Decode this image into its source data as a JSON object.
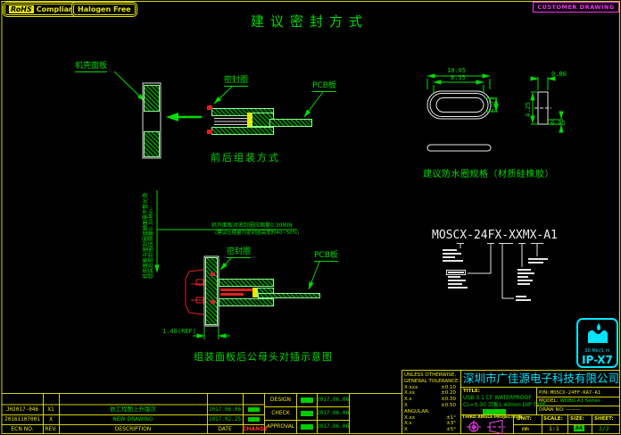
{
  "header": {
    "rohs_label": "RoHS",
    "rohs_text": "Compliant",
    "halogen_text": "Halogen Free",
    "customer_drawing": "CUSTOMER DRAWING",
    "sheet_title": "建议密封方式"
  },
  "front_assembly": {
    "panel_label": "机壳面板",
    "seal_label": "密封圈",
    "pcb_label": "PCB板",
    "caption": "前后组装方式"
  },
  "ring_spec": {
    "caption": "建议防水圈规格（材质硅橡胶）",
    "dim_outer_width": "10.05",
    "dim_inner_width": "8.35",
    "dim_slot_height": "2.75",
    "dim_top_thickness": "0.80",
    "dim_side_height": "4.25",
    "dim_bottom_thickness": "0.95"
  },
  "part_number": {
    "code": "MOSCX-24FX-XXMX-A1"
  },
  "cross_section": {
    "vertical_note_line1": "机壳面板与密封圈接触面需平整光滑",
    "vertical_note_line2": "组装后密封圈压缩量0.30Min",
    "note_line1": "机壳面板对密封圈压缩量0.30MIN",
    "note_line2": "(建议压缩量为密封圈高度的40~50%)",
    "seal_label": "密封圈",
    "pcb_label": "PCB板",
    "panel_thickness_dim": "1.40(REF)",
    "caption": "组装面板后公母头对插示意图"
  },
  "ip_badge": {
    "duration": "30 Min/1 m",
    "rating": "IP-X7"
  },
  "title_block": {
    "tolerance": {
      "header1": "UNLESS OTHERWISE,",
      "header2": "GENERAL TOLERANCE:",
      "rows": [
        [
          "X.xxx",
          "±0.10"
        ],
        [
          "X.xx",
          "±0.20"
        ],
        [
          "X.x",
          "±0.30"
        ],
        [
          "X",
          "±0.50"
        ]
      ],
      "angular_label": "ANGULAR:",
      "angular_rows": [
        [
          "X.xx",
          "±1°"
        ],
        [
          "X.x",
          "±3°"
        ],
        [
          "X",
          "±5°"
        ]
      ]
    },
    "company": "深圳市广佳源电子科技有限公司",
    "title_label": "TITLE:",
    "title_line1": "USB 3.1 CF WATERPROOF",
    "title_line2": "CL=0.30 沉板1.40mm DIP TYPE",
    "pn_label": "P/N:",
    "pn_value": "MOSCX-24FF-KA7-A1",
    "model_label": "MODEL:",
    "model_value": "WDBG A1 Series",
    "drawno_label": "DRAW NO:",
    "drawno_value": "———",
    "projection_label": "THIRD ANGLE PROJECTION",
    "unit_label": "UNIT:",
    "unit_value": "mm",
    "scale_label": "SCALE:",
    "scale_value": "1:1",
    "size_label": "SIZE:",
    "size_value": "A4",
    "sheet_label": "SHEET:",
    "sheet_value": "2/2"
  },
  "revision_table": {
    "headers": {
      "ecn": "ECN NO.",
      "rev": "REV.",
      "desc": "DESCRIPTION",
      "date": "DATE",
      "change": "CHANGE"
    },
    "rows": [
      {
        "ecn": "JH2017-046",
        "rev": "X1",
        "desc": "依工程图上升版次",
        "date": "2017.06.06"
      },
      {
        "ecn": "20161107001",
        "rev": "X",
        "desc": "NEW DRAWING",
        "date": "2017.02.25"
      }
    ],
    "approvals": [
      {
        "role": "DESIGN",
        "date": "2017.06.06"
      },
      {
        "role": "CHECK",
        "date": "2017.06.06"
      },
      {
        "role": "APPROVAL",
        "date": "2017.06.06"
      }
    ]
  }
}
